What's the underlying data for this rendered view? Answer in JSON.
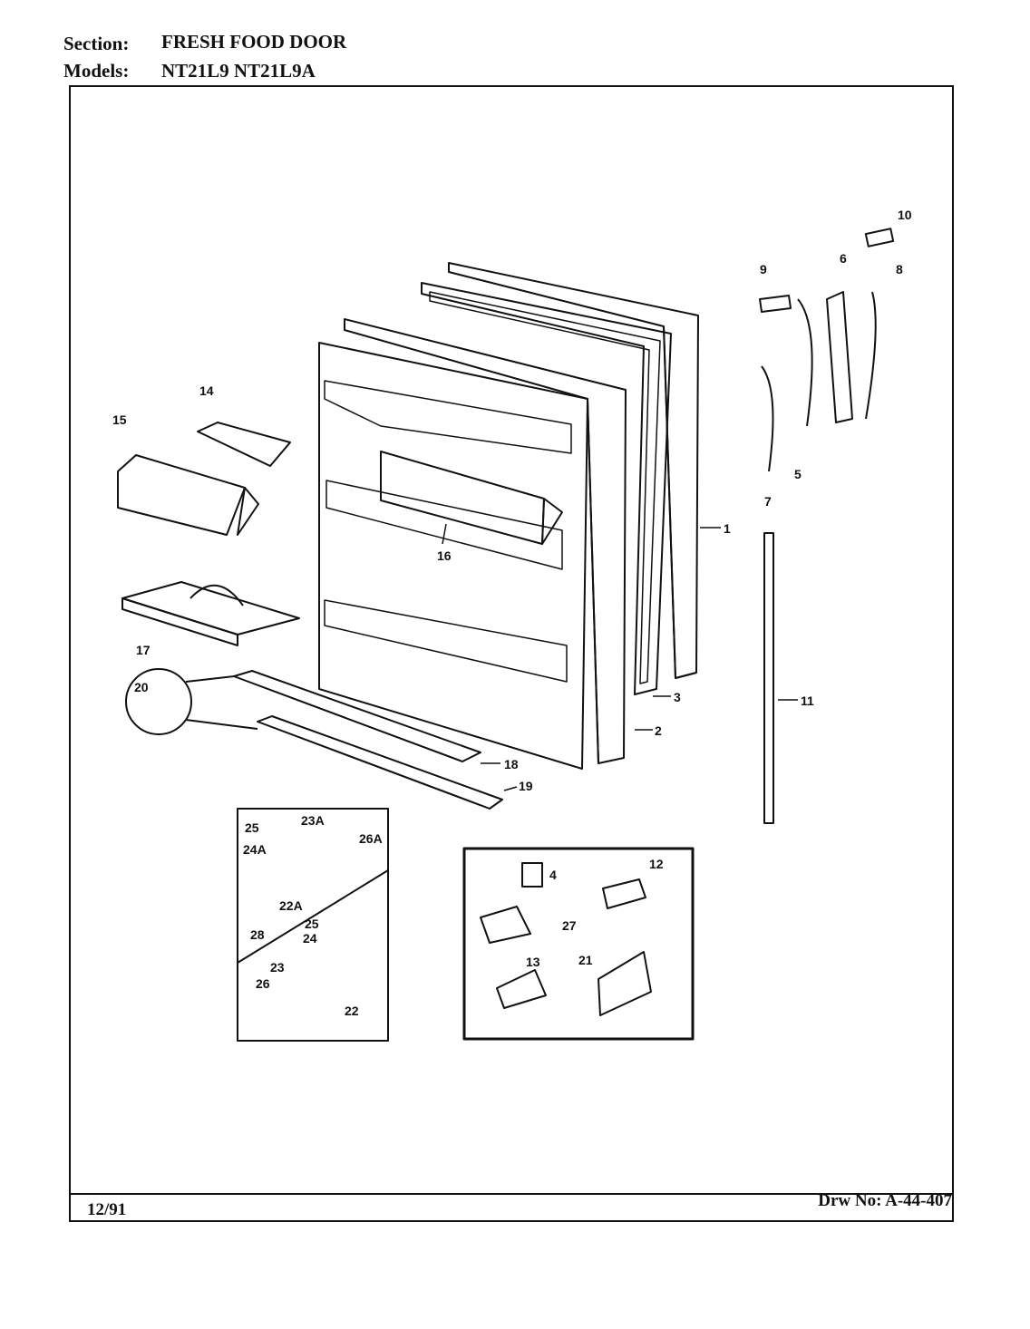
{
  "header": {
    "section_label": "Section:",
    "section_value": "FRESH FOOD DOOR",
    "models_label": "Models:",
    "models_value": "NT21L9  NT21L9A"
  },
  "footer": {
    "date": "12/91",
    "drawing_number": "Drw No: A-44-407"
  },
  "callouts": [
    "1",
    "2",
    "3",
    "4",
    "5",
    "6",
    "7",
    "8",
    "9",
    "10",
    "11",
    "12",
    "13",
    "14",
    "15",
    "16",
    "17",
    "18",
    "19",
    "20",
    "21",
    "22",
    "22A",
    "23",
    "23A",
    "24",
    "24A",
    "25",
    "25",
    "26",
    "26A",
    "27",
    "28"
  ]
}
